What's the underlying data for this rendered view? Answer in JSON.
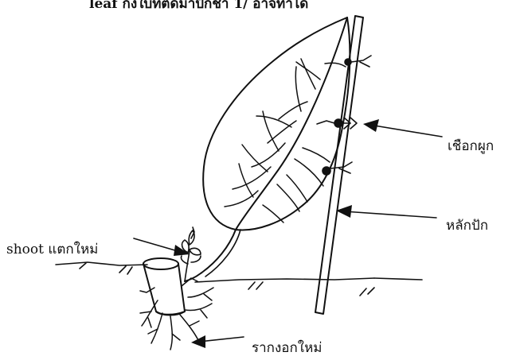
{
  "diagram": {
    "top_caption": "leaf กิ่งใบที่ตัดมาปักชำ 1/ อาจทำได้",
    "labels": {
      "tie_string": "เชือกผูก",
      "stake": "หลักปัก",
      "new_shoot": "shoot แตกใหม่",
      "new_roots": "รากงอกใหม่"
    },
    "colors": {
      "ink": "#111111",
      "background": "#ffffff"
    }
  }
}
